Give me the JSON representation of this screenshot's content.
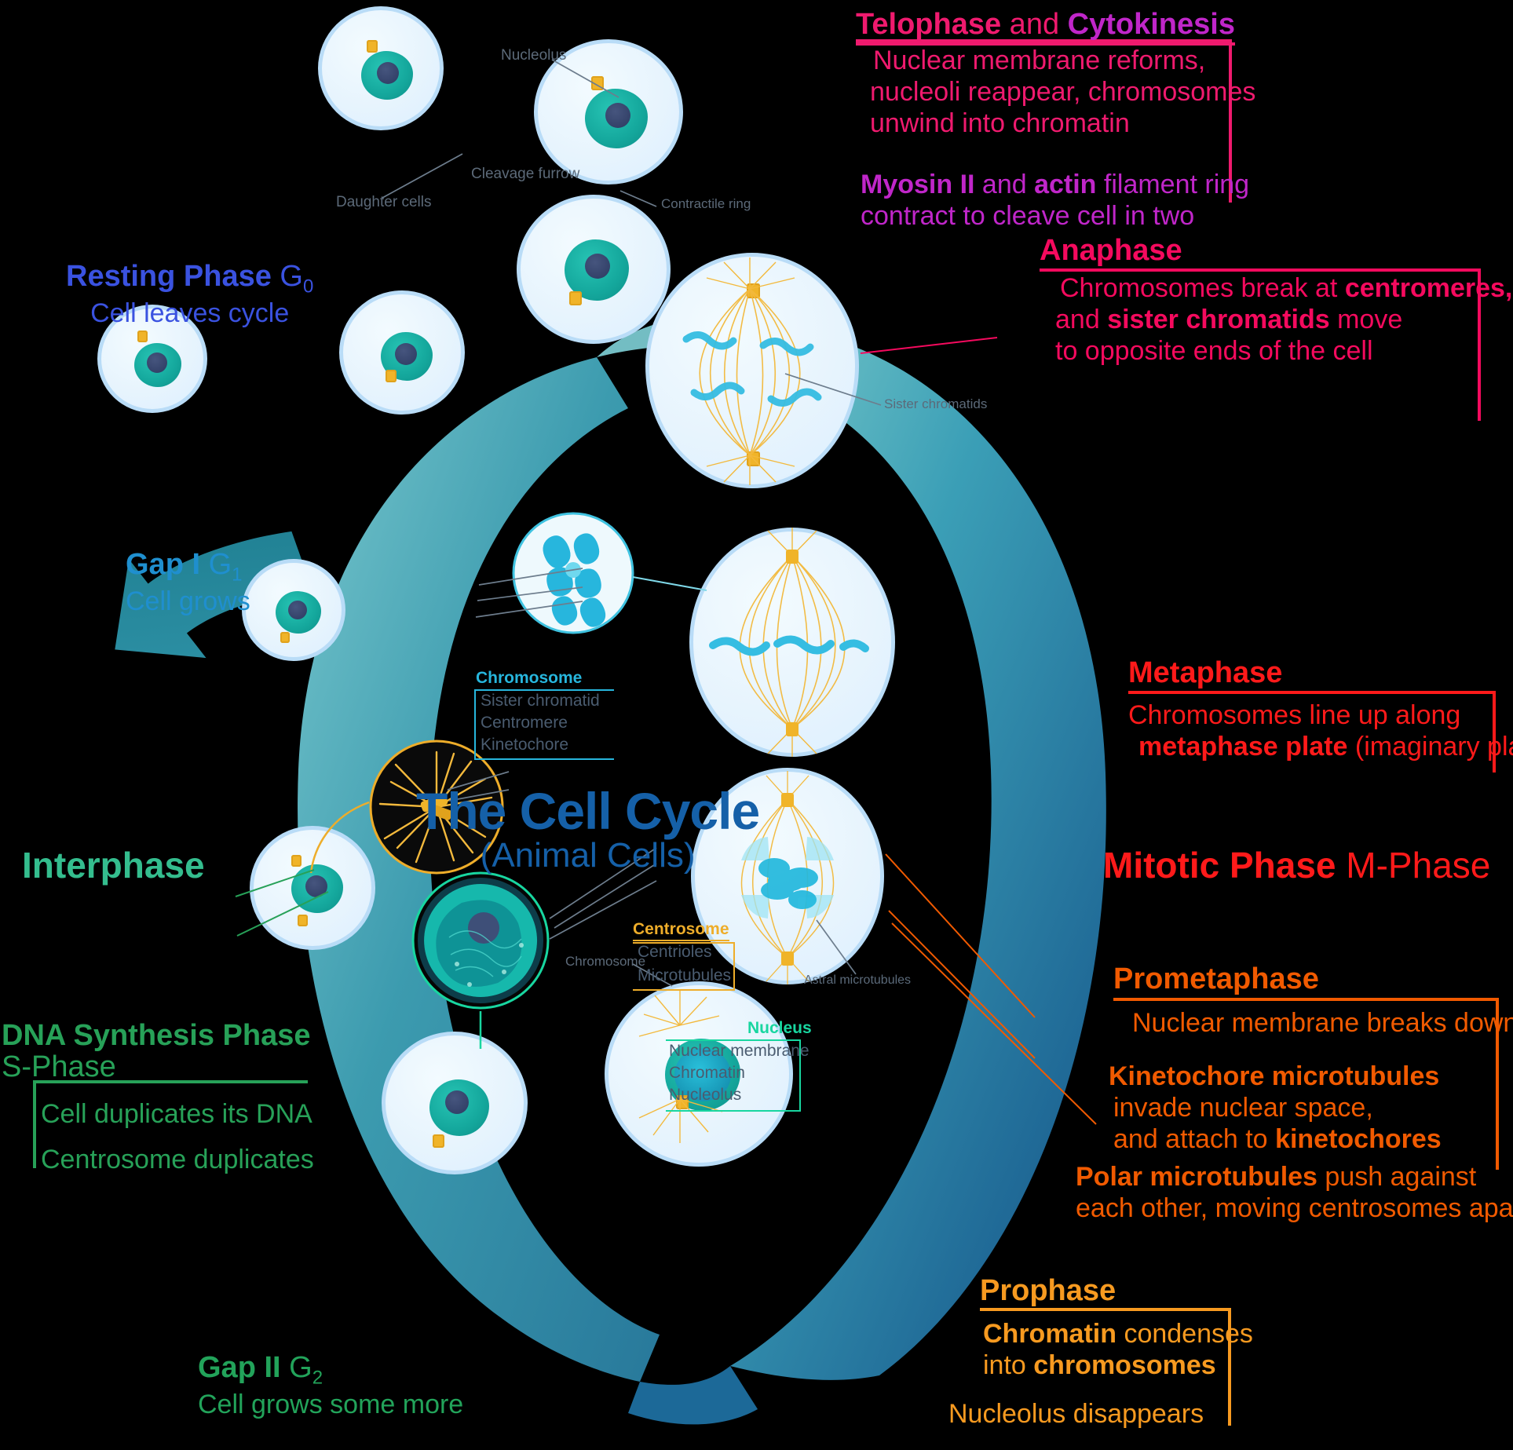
{
  "title": {
    "main": "The Cell Cycle",
    "sub": "(Animal Cells)"
  },
  "section_headers": {
    "interphase": "Interphase",
    "mitotic_bold": "Mitotic Phase",
    "mitotic_light": " M-Phase"
  },
  "colors": {
    "title_blue": "#1560a8",
    "resting_blue": "#3a52e0",
    "gap1_blue": "#1f8fcf",
    "sphase_green": "#27a158",
    "gap2_green": "#22a35a",
    "interphase_green": "#34bd8e",
    "mitotic_red": "#ff1a1a",
    "telophase_pink": "#ef1a6e",
    "cytokinesis_magenta": "#c026c9",
    "anaphase_pink": "#f50a5e",
    "metaphase_red": "#ff1a1a",
    "prometaphase_orange": "#f15a00",
    "prophase_orange": "#f79a20",
    "centrosome_gold": "#eead2a",
    "nucleus_green": "#18d6a0",
    "chromosome_cyan": "#27b6dd",
    "label_gray": "#5c6a79"
  },
  "interphase_stages": [
    {
      "id": "resting",
      "heading_bold": "Resting Phase",
      "heading_light": " G",
      "heading_sub": "0",
      "body": "Cell leaves cycle",
      "color": "#3a52e0"
    },
    {
      "id": "gap1",
      "heading_bold": "Gap I",
      "heading_light": " G",
      "heading_sub": "1",
      "body": "Cell grows",
      "color": "#1f8fcf"
    },
    {
      "id": "sphase",
      "heading_bold": "DNA Synthesis Phase",
      "heading_light": "S-Phase",
      "body_lines": [
        "Cell duplicates its DNA",
        "Centrosome duplicates"
      ],
      "color": "#27a158"
    },
    {
      "id": "gap2",
      "heading_bold": "Gap II",
      "heading_light": " G",
      "heading_sub": "2",
      "body": "Cell grows some more",
      "color": "#22a35a"
    }
  ],
  "mitotic_stages": [
    {
      "id": "telophase",
      "title_parts": [
        {
          "text": "Telophase",
          "weight": "bold",
          "color": "#ef1a6e"
        },
        {
          "text": " and ",
          "weight": "normal",
          "color": "#ef1a6e"
        },
        {
          "text": "Cytokinesis",
          "weight": "bold",
          "color": "#c026c9"
        }
      ],
      "body_block_1": [
        "Nuclear membrane reforms,",
        "nucleoli reappear, chromosomes",
        "unwind into chromatin"
      ],
      "body_block_2_lines": [
        [
          {
            "text": "Myosin II",
            "weight": "bold"
          },
          {
            "text": " and ",
            "weight": "normal"
          },
          {
            "text": "actin",
            "weight": "bold"
          },
          {
            "text": " filament ring",
            "weight": "normal"
          }
        ],
        [
          {
            "text": "contract to cleave cell in two",
            "weight": "normal"
          }
        ]
      ],
      "body_1_color": "#ef1a6e",
      "body_2_color": "#c026c9"
    },
    {
      "id": "anaphase",
      "title": "Anaphase",
      "title_color": "#f50a5e",
      "body_lines": [
        [
          {
            "text": "Chromosomes break at ",
            "weight": "normal"
          },
          {
            "text": "centromeres,",
            "weight": "bold"
          }
        ],
        [
          {
            "text": "and ",
            "weight": "normal"
          },
          {
            "text": "sister chromatids",
            "weight": "bold"
          },
          {
            "text": " move",
            "weight": "normal"
          }
        ],
        [
          {
            "text": "to opposite ends of the cell",
            "weight": "normal"
          }
        ]
      ],
      "body_color": "#f50a5e"
    },
    {
      "id": "metaphase",
      "title": "Metaphase",
      "title_color": "#ff1a1a",
      "body_lines": [
        [
          {
            "text": "Chromosomes line up along",
            "weight": "normal"
          }
        ],
        [
          {
            "text": "metaphase plate",
            "weight": "bold"
          },
          {
            "text": " (imaginary plane)",
            "weight": "normal"
          }
        ]
      ],
      "body_color": "#ff1a1a"
    },
    {
      "id": "prometaphase",
      "title": "Prometaphase",
      "title_color": "#f15a00",
      "body_block_1": [
        [
          {
            "text": "Nuclear membrane breaks down",
            "weight": "normal"
          }
        ]
      ],
      "body_block_2": [
        [
          {
            "text": "Kinetochore microtubules",
            "weight": "bold"
          }
        ],
        [
          {
            "text": "invade nuclear space,",
            "weight": "normal"
          }
        ],
        [
          {
            "text": "and attach to ",
            "weight": "normal"
          },
          {
            "text": "kinetochores",
            "weight": "bold"
          }
        ]
      ],
      "body_block_3": [
        [
          {
            "text": "Polar microtubules",
            "weight": "bold"
          },
          {
            "text": " push against",
            "weight": "normal"
          }
        ],
        [
          {
            "text": "each other, moving centrosomes apart",
            "weight": "normal"
          }
        ]
      ],
      "body_color": "#f15a00"
    },
    {
      "id": "prophase",
      "title": "Prophase",
      "title_color": "#f79a20",
      "body_block_1": [
        [
          {
            "text": "Chromatin",
            "weight": "bold"
          },
          {
            "text": " condenses",
            "weight": "normal"
          }
        ],
        [
          {
            "text": "into ",
            "weight": "normal"
          },
          {
            "text": "chromosomes",
            "weight": "bold"
          }
        ]
      ],
      "body_block_2": [
        [
          {
            "text": "Nucleolus disappears",
            "weight": "normal"
          }
        ]
      ],
      "body_color": "#f79a20"
    }
  ],
  "callouts": [
    {
      "id": "chromosome",
      "heading": "Chromosome",
      "heading_color": "#27b6dd",
      "items": [
        "Sister chromatid",
        "Centromere",
        "Kinetochore"
      ]
    },
    {
      "id": "centrosome",
      "heading": "Centrosome",
      "heading_color": "#eead2a",
      "items": [
        "Centrioles",
        "Microtubules"
      ]
    },
    {
      "id": "nucleus",
      "heading": "Nucleus",
      "heading_color": "#18d6a0",
      "items": [
        "Nuclear membrane",
        "Chromatin",
        "Nucleolus"
      ]
    }
  ],
  "annotations": {
    "nucleolus": "Nucleolus",
    "cleavage_furrow": "Cleavage furrow",
    "contractile_ring": "Contractile ring",
    "daughter_cells": "Daughter cells",
    "sister_chromatids": "Sister chromatids",
    "astral_microtubules": "Astral microtubules",
    "chromosome_small": "Chromosome"
  }
}
